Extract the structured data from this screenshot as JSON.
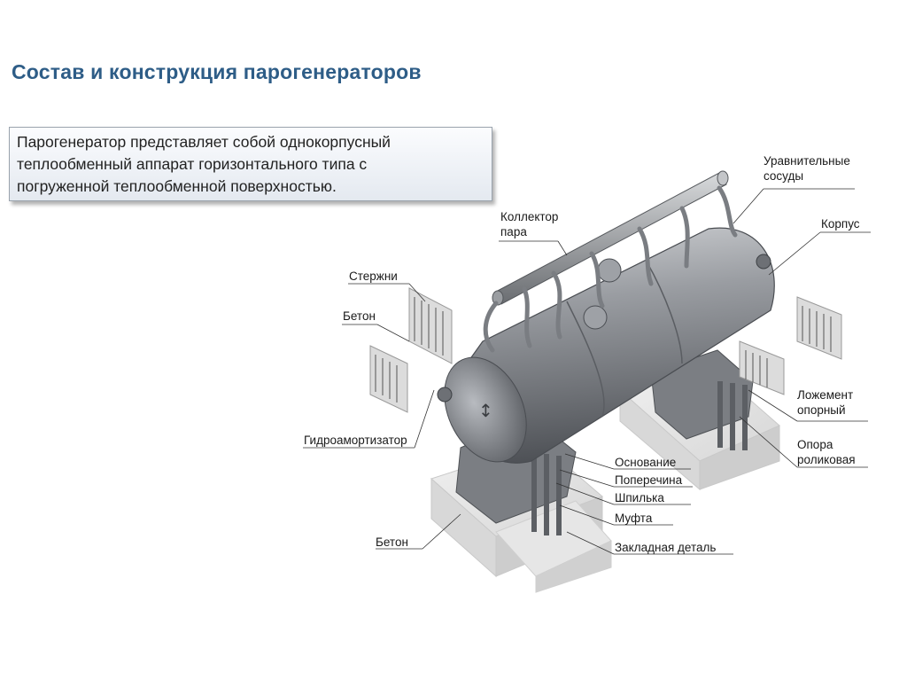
{
  "title": "Состав и конструкция парогенераторов",
  "description": [
    "Парогенератор представляет собой однокорпусный",
    "теплообменный аппарат горизонтального типа с",
    "погруженной теплообменной поверхностью."
  ],
  "labels": {
    "equalizing_vessels": [
      "Уравнительные",
      "сосуды"
    ],
    "steam_collector": [
      "Коллектор",
      "пара"
    ],
    "body": "Корпус",
    "rods": "Стержни",
    "concrete_upper": "Бетон",
    "hydro_damper": "Гидроамортизатор",
    "support_bed": [
      "Ложемент",
      "опорный"
    ],
    "roller_support": [
      "Опора",
      "роликовая"
    ],
    "base": "Основание",
    "crossbar": "Поперечина",
    "stud": "Шпилька",
    "coupling": "Муфта",
    "concrete_lower": "Бетон",
    "embedded_part": "Закладная деталь"
  },
  "colors": {
    "title": "#2e5d87",
    "metal": "#8a8d92",
    "concrete": "#e2e2e2"
  }
}
